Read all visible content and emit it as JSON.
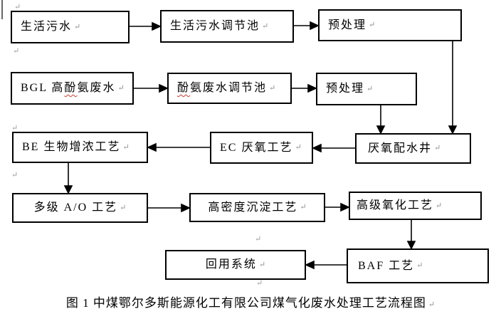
{
  "figure": {
    "caption": "图 1 中煤鄂尔多斯能源化工有限公司煤气化废水处理工艺流程图"
  },
  "marks": {
    "pilcrow": "↵"
  },
  "colors": {
    "background": "#ffffff",
    "box_border": "#000000",
    "arrow_line": "#000000",
    "text": "#000000",
    "spellcheck_squiggle": "#cc3b2f",
    "paragraph_mark": "#8f8f8f"
  },
  "boxes": {
    "domestic_sewage": {
      "label": "生活污水"
    },
    "domestic_adjust_tank": {
      "label": "生活污水调节池"
    },
    "pretreatment_1": {
      "label": "预处理"
    },
    "bgl_wastewater": {
      "part1": "BGL 高",
      "squiggle": "酚",
      "part2": "氨废水"
    },
    "phenol_adjust_tank": {
      "squiggle": "酚",
      "part2": "氨废水调节池"
    },
    "pretreatment_2": {
      "label": "预处理"
    },
    "be_bio_enrichment": {
      "label": "BE 生物增浓工艺"
    },
    "ec_anaerobic": {
      "label": "EC 厌氧工艺"
    },
    "anaerobic_distribution_well": {
      "label": "厌氧配水井"
    },
    "multistage_ao": {
      "label": "多级 A/O 工艺"
    },
    "high_density_sedimentation": {
      "label": "高密度沉淀工艺"
    },
    "advanced_oxidation": {
      "label": "高级氧化工艺"
    },
    "reuse_system": {
      "label": "回用系统"
    },
    "baf": {
      "label": "BAF 工艺"
    }
  },
  "edges": [
    {
      "from": "生活污水",
      "to": "生活污水调节池"
    },
    {
      "from": "生活污水调节池",
      "to": "预处理(上)"
    },
    {
      "from": "预处理(上)",
      "to": "厌氧配水井"
    },
    {
      "from": "BGL 高酚氨废水",
      "to": "酚氨废水调节池"
    },
    {
      "from": "酚氨废水调节池",
      "to": "预处理(下)"
    },
    {
      "from": "预处理(下)",
      "to": "厌氧配水井"
    },
    {
      "from": "厌氧配水井",
      "to": "EC 厌氧工艺"
    },
    {
      "from": "EC 厌氧工艺",
      "to": "BE 生物增浓工艺"
    },
    {
      "from": "BE 生物增浓工艺",
      "to": "多级 A/O 工艺"
    },
    {
      "from": "多级 A/O 工艺",
      "to": "高密度沉淀工艺"
    },
    {
      "from": "高密度沉淀工艺",
      "to": "高级氧化工艺"
    },
    {
      "from": "高级氧化工艺",
      "to": "BAF 工艺"
    },
    {
      "from": "BAF 工艺",
      "to": "回用系统"
    }
  ]
}
